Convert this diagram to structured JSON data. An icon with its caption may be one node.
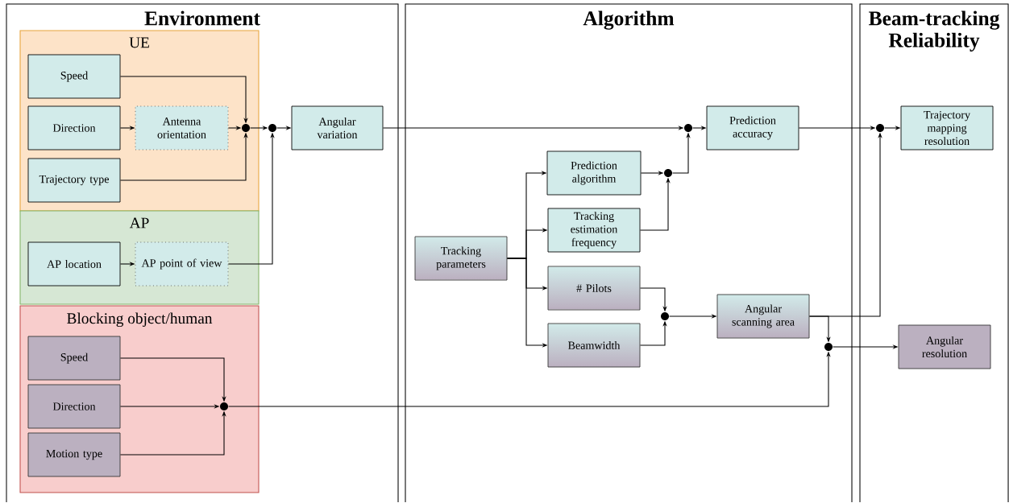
{
  "diagram": {
    "nodes": [
      {
        "text": [
          "Environment"
        ]
      },
      {
        "text": [
          "Algorithm"
        ]
      },
      {
        "text": [
          "Beam-tracking Reliability"
        ]
      },
      {
        "text": [
          "UE"
        ],
        "in": 0
      },
      {
        "text": [
          "Speed"
        ],
        "in": 3
      },
      {
        "text": [
          "Direction"
        ],
        "in": 3
      },
      {
        "text": [
          "Antenna orientation"
        ],
        "in": 3
      },
      {
        "text": [
          "Trajectory type"
        ],
        "in": 3
      },
      {
        "text": [
          "AP"
        ],
        "in": 0
      },
      {
        "text": [
          "AP location"
        ],
        "in": 8
      },
      {
        "text": [
          "AP point of view"
        ],
        "in": 8
      },
      {
        "text": [
          "Blocking object/human"
        ],
        "in": 0
      },
      {
        "text": [
          "Speed"
        ],
        "in": 11
      },
      {
        "text": [
          "Direction"
        ],
        "in": 11
      },
      {
        "text": [
          "Motion type"
        ],
        "in": 11
      },
      {
        "text": [
          "Angular variation"
        ],
        "in": 0
      },
      {
        "text": [
          "Tracking parameters"
        ],
        "in": 1
      },
      {
        "text": [
          "Prediction algorithm"
        ],
        "in": 1
      },
      {
        "text": [
          "Tracking estimation frequency"
        ],
        "in": 1
      },
      {
        "text": [
          "# Pilots"
        ],
        "in": 1
      },
      {
        "text": [
          "Beamwidth"
        ],
        "in": 1
      },
      {
        "text": [
          "Prediction accuracy"
        ],
        "in": 1
      },
      {
        "text": [
          "Angular scanning area"
        ],
        "in": 1
      },
      {
        "text": [
          "Trajectory mapping resolution"
        ],
        "in": 2
      },
      {
        "text": [
          "Angular resolution"
        ],
        "in": 2
      },
      {
        "text": [],
        "shape": "circle",
        "in": 3
      },
      {
        "text": [],
        "shape": "circle",
        "in": 0
      },
      {
        "text": [],
        "shape": "circle",
        "in": 11
      },
      {
        "text": [],
        "shape": "circle",
        "in": 1
      },
      {
        "text": [],
        "shape": "circle",
        "in": 1
      },
      {
        "text": [],
        "shape": "circle",
        "in": 1
      },
      {
        "text": [],
        "shape": "circle",
        "in": 2
      },
      {
        "text": [],
        "shape": "circle",
        "in": 1
      }
    ],
    "edges": [
      {
        "from": 4,
        "to": 25,
        "arrow": "to"
      },
      {
        "from": 5,
        "to": 6,
        "arrow": "to"
      },
      {
        "from": 6,
        "to": 25,
        "arrow": "to"
      },
      {
        "from": 7,
        "to": 25,
        "arrow": "to"
      },
      {
        "from": 25,
        "to": 26,
        "arrow": "to"
      },
      {
        "from": 9,
        "to": 10,
        "arrow": "to"
      },
      {
        "from": 10,
        "to": 26,
        "arrow": "to"
      },
      {
        "from": 26,
        "to": 15,
        "arrow": "to"
      },
      {
        "from": 15,
        "to": 28,
        "arrow": "to"
      },
      {
        "from": 12,
        "to": 27,
        "arrow": "to"
      },
      {
        "from": 13,
        "to": 27,
        "arrow": "to"
      },
      {
        "from": 14,
        "to": 27,
        "arrow": "to"
      },
      {
        "from": 27,
        "to": 32,
        "arrow": "to"
      },
      {
        "from": 16,
        "to": 17,
        "arrow": "to"
      },
      {
        "from": 16,
        "to": 18,
        "arrow": "to"
      },
      {
        "from": 16,
        "to": 19,
        "arrow": "to"
      },
      {
        "from": 16,
        "to": 20,
        "arrow": "to"
      },
      {
        "from": 17,
        "to": 29,
        "arrow": "to"
      },
      {
        "from": 18,
        "to": 29,
        "arrow": "to"
      },
      {
        "from": 29,
        "to": 28,
        "arrow": "to"
      },
      {
        "from": 28,
        "to": 21,
        "arrow": "to"
      },
      {
        "from": 19,
        "to": 30,
        "arrow": "to"
      },
      {
        "from": 20,
        "to": 30,
        "arrow": "to"
      },
      {
        "from": 30,
        "to": 22,
        "arrow": "to"
      },
      {
        "from": 21,
        "to": 31,
        "arrow": "to"
      },
      {
        "from": 22,
        "to": 31,
        "arrow": "to"
      },
      {
        "from": 22,
        "to": 32,
        "arrow": "to"
      },
      {
        "from": 31,
        "to": 23,
        "arrow": "to"
      },
      {
        "from": 32,
        "to": 24,
        "arrow": "to"
      }
    ]
  }
}
